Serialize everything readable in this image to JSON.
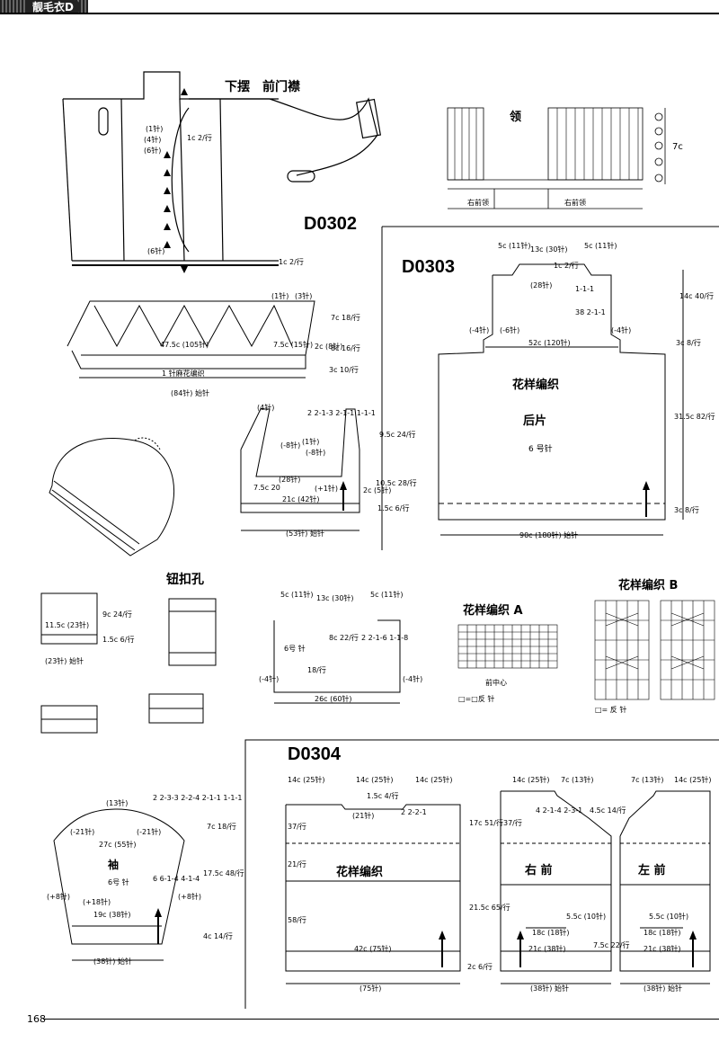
{
  "header": {
    "title": "靓毛衣D"
  },
  "codes": {
    "d0302": "D0302",
    "d0303": "D0303",
    "d0304": "D0304"
  },
  "labels": {
    "hem_placket": "下摆　前门襟",
    "collar": "领",
    "right_collar": "右前领",
    "right_collar2": "右前领",
    "pattern_back": "花样编织",
    "back_piece": "后片",
    "needle6": "6 号针",
    "seed_stitch": "1 针麻花编织",
    "buttonhole": "钮扣孔",
    "pattern_a": "花样编织 A",
    "pattern_b": "花样编织 B",
    "front_center": "前中心",
    "purl_a": "□=□反 针",
    "purl_b": "□= 反 针",
    "sleeve": "袖",
    "sleeve_needle": "6号 针",
    "neck_needle": "6号 针",
    "pattern_d0304": "花样编织",
    "right_front": "右 前",
    "left_front": "左 前"
  },
  "dims": {
    "back_top_left": "5c (11针)",
    "back_top_mid": "13c (30针)",
    "back_top_right": "5c (11针)",
    "back_neck_rows": "1c 2/行",
    "back_neck_28": "(28针)",
    "back_dec1": "1-1-1",
    "back_dec2": "38 2-1-1",
    "back_armhole": "52c (120针)",
    "back_left_4": "(-4针)",
    "back_left_6": "(-6针)",
    "back_right_4": "(-4针)",
    "back_14c": "14c 40/行",
    "back_3c": "3c 8/行",
    "back_31c": "31.5c 82/行",
    "back_3c_b": "3c 8/行",
    "back_width": "90c (180针) 始针",
    "band_width": "47.5c (105针)",
    "band_total": "(84针) 始针",
    "band_1": "(1针)",
    "band_3": "(3针)",
    "band_7c": "7c 18/行",
    "band_8c": "8c 16/行",
    "band_3c": "3c 10/行",
    "band_75": "7.5c (15针)",
    "band_2c": "2c (8针)",
    "d0302_1c": "1c 2/行",
    "d0302_1c_b": "1c 2/行",
    "d0302_1": "(1针)",
    "d0302_4": "(4针)",
    "d0302_6": "(6针)",
    "d0302_6b": "(6针)",
    "collar_7c": "7c",
    "u_4": "(4针)",
    "u_seq": "2 2-1-3 2-1-1 1-1-1",
    "u_m8": "(-8针)",
    "u_1": "(1针)",
    "u_m8b": "(-8针)",
    "u_28": "(28针)",
    "u_75": "7.5c 20",
    "u_plus1": "(+1针)",
    "u_21c": "21c (42针)",
    "u_2c": "2c (5针)",
    "u_95": "9.5c 24/行",
    "u_105": "10.5c 28/行",
    "u_15": "1.5c 6/行",
    "u_53": "(53针) 始针",
    "bh_115": "11.5c (23针)",
    "bh_9c": "9c 24/行",
    "bh_15": "1.5c 6/行",
    "bh_23": "(23针) 始针",
    "neck_5c": "5c (11针)",
    "neck_13c": "13c (30针)",
    "neck_5c_b": "5c (11针)",
    "neck_seq": "2 2-1-6 1-1-8",
    "neck_8c": "8c 22/行",
    "neck_18": "18/行",
    "neck_m4": "(-4针)",
    "neck_m4b": "(-4针)",
    "neck_26c": "26c (60针)",
    "sl_13": "(13针)",
    "sl_seq": "2 2-3-3 2-2-4 2-1-1 1-1-1",
    "sl_m21": "(-21针)",
    "sl_m21b": "(-21针)",
    "sl_27c": "27c (55针)",
    "sl_7c": "7c 18/行",
    "sl_175": "17.5c 48/行",
    "sl_4c": "4c 14/行",
    "sl_seq2": "6 6-1-4 4-1-4",
    "sl_p8": "(+8针)",
    "sl_p8b": "(+8针)",
    "sl_p18": "(+18针)",
    "sl_38": "(38针) 始针",
    "sl_38c": "19c (38针)",
    "d4_14a": "14c (25针)",
    "d4_14b": "14c (25针)",
    "d4_14c": "14c (25针)",
    "d4_15": "1.5c 4/行",
    "d4_21": "(21针)",
    "d4_2": "2 2-2-1",
    "d4_17": "17c 51/行",
    "d4_215": "21.5c 65/行",
    "d4_2c": "2c 6/行",
    "d4_42": "42c (75针)",
    "d4_75": "(75针)",
    "d4_37": "37/行",
    "d4_21r": "21/行",
    "d4_58": "58/行",
    "rf_14": "14c (25针)",
    "rf_7": "7c (13针)",
    "rf_seq": "4 2-1-4 2-3-1",
    "rf_45": "4.5c 14/行",
    "rf_37": "37/行",
    "rf_55": "5.5c (10针)",
    "rf_18": "18c (18针)",
    "rf_21": "21c (38针)",
    "rf_75": "7.5c 22/行",
    "rf_38": "(38针) 始针",
    "lf_7": "7c (13针)",
    "lf_14": "14c (25针)",
    "lf_55": "5.5c (10针)",
    "lf_18": "18c (18针)",
    "lf_21": "21c (38针)",
    "lf_38": "(38针) 始针"
  },
  "page": {
    "number": "168"
  }
}
